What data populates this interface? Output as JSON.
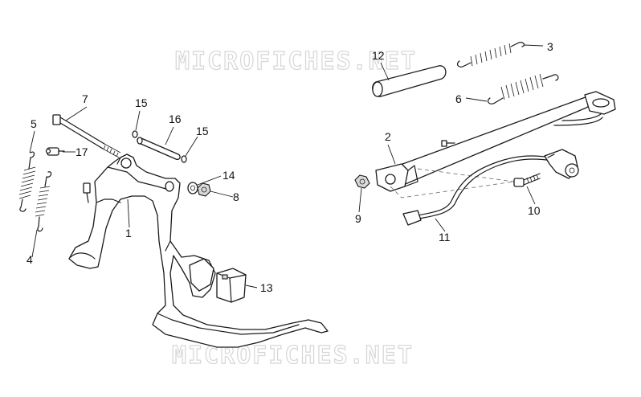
{
  "watermark": {
    "top": "MICROFICHES.NET",
    "bottom": "MICROFICHES.NET"
  },
  "callouts": {
    "c1": "1",
    "c2": "2",
    "c3": "3",
    "c4": "4",
    "c5": "5",
    "c6": "6",
    "c7": "7",
    "c8": "8",
    "c9": "9",
    "c10": "10",
    "c11": "11",
    "c12": "12",
    "c13": "13",
    "c14": "14",
    "c15a": "15",
    "c15b": "15",
    "c16": "16",
    "c17": "17"
  }
}
